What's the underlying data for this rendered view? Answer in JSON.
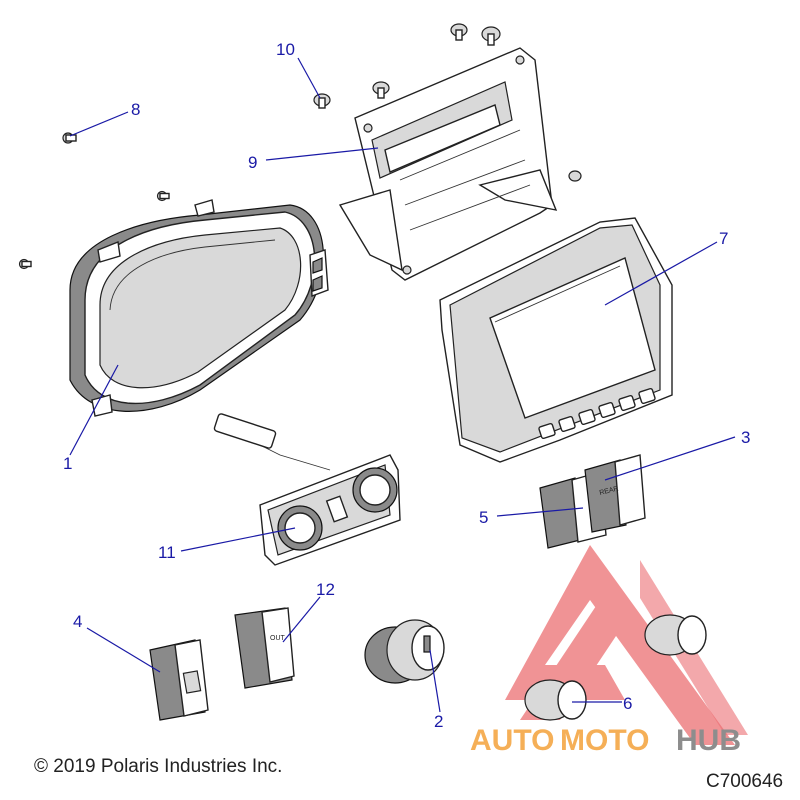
{
  "callouts": {
    "c1": "1",
    "c2": "2",
    "c3": "3",
    "c4": "4",
    "c5": "5",
    "c6": "6",
    "c7": "7",
    "c8": "8",
    "c9": "9",
    "c10": "10",
    "c11": "11",
    "c12": "12"
  },
  "footer": {
    "copyright": "© 2019 Polaris Industries Inc.",
    "diagram_code": "C700646"
  },
  "watermark": {
    "text_auto": "AUTO",
    "text_moto": "MOTO",
    "text_hub": "HUB",
    "color_primary": "#f4a23a",
    "color_secondary": "#7a7a7a",
    "color_triangle": "#e8555a"
  },
  "switch_labels": {
    "rear": "REAR",
    "out": "OUT"
  }
}
